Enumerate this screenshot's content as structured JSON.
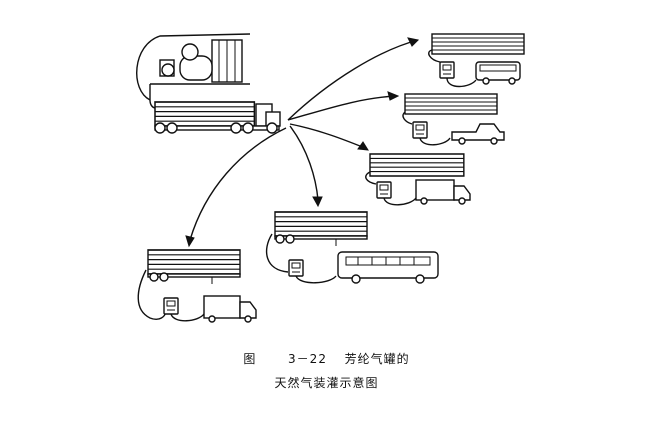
{
  "caption": {
    "line1_label": "图",
    "line1_number": "3－22",
    "line1_text": "芳纶气罐的",
    "line2_text": "天然气装灌示意图"
  },
  "icons": [
    "gas-station-icon",
    "tube-trailer-icon",
    "bus-icon",
    "pickup-truck-icon",
    "box-truck-icon",
    "dispenser-icon"
  ]
}
